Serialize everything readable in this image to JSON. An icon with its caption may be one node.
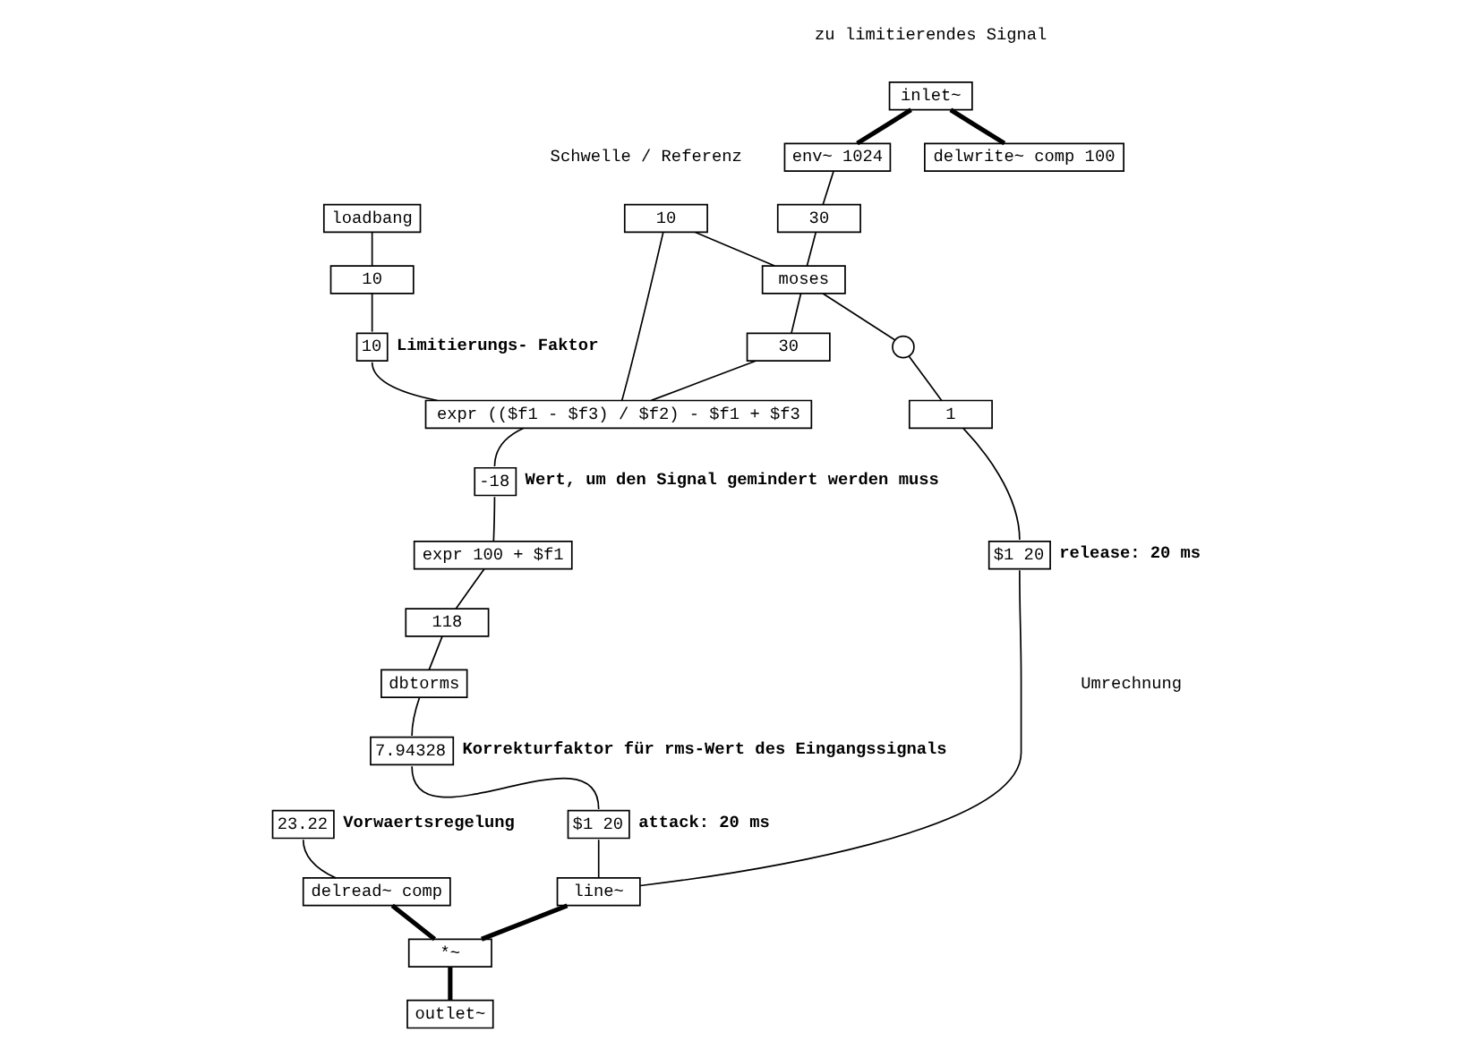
{
  "diagram": {
    "nodes": [
      {
        "text": [
          "inlet~"
        ]
      },
      {
        "text": [
          "delwrite~ comp 100"
        ]
      },
      {
        "text": [
          "env~ 1024"
        ]
      },
      {
        "text": [
          "30"
        ]
      },
      {
        "text": [
          "moses"
        ]
      },
      {
        "text": [],
        "shape": "circle"
      },
      {
        "text": [
          "30"
        ]
      },
      {
        "text": [
          "loadbang"
        ]
      },
      {
        "text": [
          "10"
        ]
      },
      {
        "text": [
          "10"
        ],
        "beside": [
          "Limitierungs- Faktor"
        ]
      },
      {
        "text": [
          "10"
        ]
      },
      {
        "text": [
          "expr (($f1 - $f3) / $f2) - $f1 + $f3"
        ]
      },
      {
        "text": [
          "-18"
        ],
        "beside": [
          "Wert, um den Signal gemindert werden muss"
        ]
      },
      {
        "text": [
          "expr 100 + $f1"
        ]
      },
      {
        "text": [
          "118"
        ]
      },
      {
        "text": [
          "1"
        ]
      },
      {
        "text": [
          "dbtorms"
        ]
      },
      {
        "text": [
          "7.94328"
        ],
        "beside": [
          "Korrekturfaktor für rms-Wert des Eingangssignals"
        ]
      },
      {
        "text": [
          "$1 20"
        ],
        "beside": [
          "release: 20 ms"
        ]
      },
      {
        "text": [
          "$1 20"
        ],
        "beside": [
          "attack: 20 ms"
        ]
      },
      {
        "text": [
          "line~"
        ]
      },
      {
        "text": [
          "23.22"
        ],
        "beside": [
          "Vorwaertsregelung"
        ]
      },
      {
        "text": [
          "delread~ comp"
        ]
      },
      {
        "text": [
          "*~"
        ]
      },
      {
        "text": [
          "outlet~"
        ]
      }
    ],
    "edges": [
      {
        "from": 0,
        "to": 1,
        "arrow": "none",
        "style": "thick"
      },
      {
        "from": 0,
        "to": 2,
        "arrow": "none",
        "style": "thick"
      },
      {
        "from": 2,
        "to": 3,
        "arrow": "none"
      },
      {
        "from": 3,
        "to": 4,
        "arrow": "none"
      },
      {
        "from": 10,
        "to": 4,
        "arrow": "none"
      },
      {
        "from": 4,
        "to": 5,
        "arrow": "none"
      },
      {
        "from": 4,
        "to": 6,
        "arrow": "none"
      },
      {
        "from": 7,
        "to": 8,
        "arrow": "none"
      },
      {
        "from": 8,
        "to": 9,
        "arrow": "none"
      },
      {
        "from": 6,
        "to": 11,
        "arrow": "none"
      },
      {
        "from": 9,
        "to": 11,
        "arrow": "none"
      },
      {
        "from": 10,
        "to": 11,
        "arrow": "none"
      },
      {
        "from": 11,
        "to": 12,
        "arrow": "none"
      },
      {
        "from": 12,
        "to": 13,
        "arrow": "none"
      },
      {
        "from": 13,
        "to": 14,
        "arrow": "none"
      },
      {
        "from": 14,
        "to": 16,
        "arrow": "none"
      },
      {
        "from": 5,
        "to": 15,
        "arrow": "none"
      },
      {
        "from": 16,
        "to": 17,
        "arrow": "none"
      },
      {
        "from": 15,
        "to": 18,
        "arrow": "none"
      },
      {
        "from": 17,
        "to": 19,
        "arrow": "none"
      },
      {
        "from": 18,
        "to": 20,
        "arrow": "none"
      },
      {
        "from": 19,
        "to": 20,
        "arrow": "none"
      },
      {
        "from": 21,
        "to": 22,
        "arrow": "none"
      },
      {
        "from": 22,
        "to": 23,
        "arrow": "none",
        "style": "thick"
      },
      {
        "from": 20,
        "to": 23,
        "arrow": "none",
        "style": "thick"
      },
      {
        "from": 23,
        "to": 24,
        "arrow": "none",
        "style": "thick"
      }
    ],
    "labels": [
      "zu limitierendes Signal",
      "Schwelle / Referenz",
      "Umrechnung"
    ]
  }
}
